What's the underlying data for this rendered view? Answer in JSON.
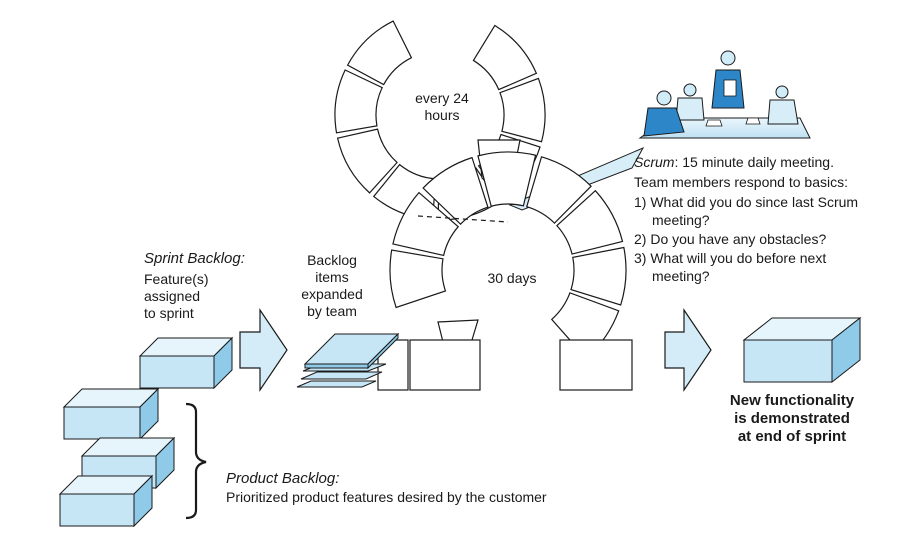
{
  "cycle": {
    "daily_label": "every 24\nhours",
    "sprint_label": "30 days"
  },
  "sprint_backlog": {
    "title": "Sprint Backlog:",
    "desc": "Feature(s)\nassigned\nto sprint"
  },
  "expanded": {
    "desc": "Backlog\nitems\nexpanded\nby team"
  },
  "product_backlog": {
    "title": "Product Backlog:",
    "desc": "Prioritized product features desired by the customer"
  },
  "scrum": {
    "term": "Scrum",
    "intro": ": 15 minute daily meeting.",
    "line2": "Team members respond to basics:",
    "q1a": "1) What did you do since last Scrum",
    "q1b": "meeting?",
    "q2": "2) Do you have any obstacles?",
    "q3a": "3) What will you do before next",
    "q3b": "meeting?"
  },
  "result": {
    "desc": "New functionality\nis demonstrated\nat end of sprint"
  },
  "colors": {
    "box_face": "#c6e6f5",
    "box_top": "#e6f5fc",
    "box_side": "#8fcbe8",
    "arrow_fill": "#d3ecf8",
    "beam": "#d7eef9",
    "stroke": "#1a1a1a"
  },
  "icons": {
    "team_meeting": "people-at-table-icon",
    "product_backlog": "stacked-boxes-icon"
  }
}
